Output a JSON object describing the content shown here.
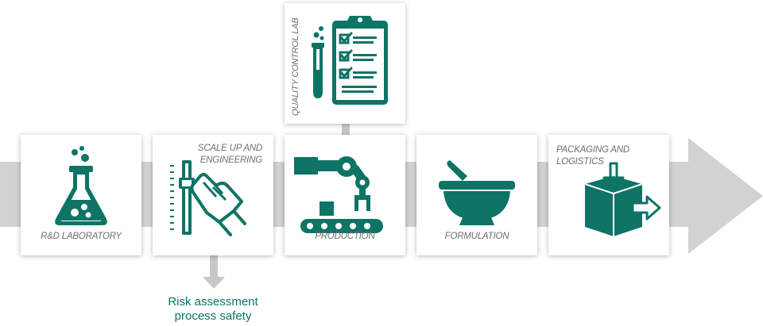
{
  "colors": {
    "icon": "#0e7466",
    "band": "#d2d2d2",
    "label": "#6e6e6e",
    "card": "#ffffff"
  },
  "stages": [
    {
      "label": "R&D LABORATORY",
      "icon": "flask-icon"
    },
    {
      "label_line1": "SCALE UP AND",
      "label_line2": "ENGINEERING",
      "icon": "slider-hand-icon"
    },
    {
      "label": "PRODUCTION",
      "icon": "robot-arm-conveyor-icon"
    },
    {
      "label": "FORMULATION",
      "icon": "mortar-pestle-icon"
    },
    {
      "label_line1": "PACKAGING AND",
      "label_line2": "LOGISTICS",
      "icon": "package-box-icon"
    }
  ],
  "quality_control": {
    "label": "QUALITY CONTROL LAB",
    "icon": "clipboard-test-tube-icon"
  },
  "risk": {
    "line1": "Risk assessment",
    "line2": "process safety"
  }
}
